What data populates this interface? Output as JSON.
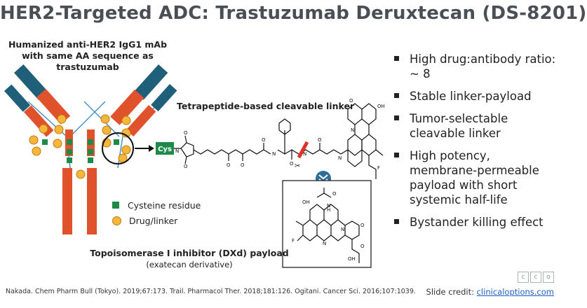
{
  "title": "HER2-Targeted ADC: Trastuzumab Deruxtecan (DS-8201)",
  "antibody_label": [
    "Humanized anti-HER2 IgG1 mAb",
    "with same AA sequence as",
    "trastuzumab"
  ],
  "linker_label": "Tetrapeptide-based cleavable linker",
  "cys_label": "Cys",
  "legend": [
    {
      "label": "Cysteine residue"
    },
    {
      "label": "Drug/linker"
    }
  ],
  "payload_label": {
    "title": "Topoisomerase I inhibitor (DXd) payload",
    "subtitle": "(exatecan derivative)"
  },
  "bullets": [
    "High drug:antibody ratio: ~ 8",
    "Stable linker-payload",
    "Tumor-selectable cleavable linker",
    "High potency, membrane-permeable payload with short systemic half-life",
    "Bystander killing effect"
  ],
  "footer": "Nakada. Chem Pharm Bull (Tokyo). 2019;67:173. Trail. Pharmacol Ther. 2018;181:126. Ogitani. Cancer Sci. 2016;107:1039.",
  "credit": {
    "prefix": "Slide credit: ",
    "link": "clinicaloptions.com"
  },
  "logo_letters": [
    "c",
    "c",
    "o"
  ],
  "atoms": {
    "O": "O",
    "OH": "OH",
    "N": "N",
    "H": "H",
    "F": "F"
  },
  "colors": {
    "heavy_chain_dark": "#1f5f7a",
    "chain_orange": "#e0522b",
    "cysteine": "#1e8a4a",
    "drug": "#f5b63b",
    "chevron": "#2e6f99",
    "title": "#4a4f55"
  }
}
